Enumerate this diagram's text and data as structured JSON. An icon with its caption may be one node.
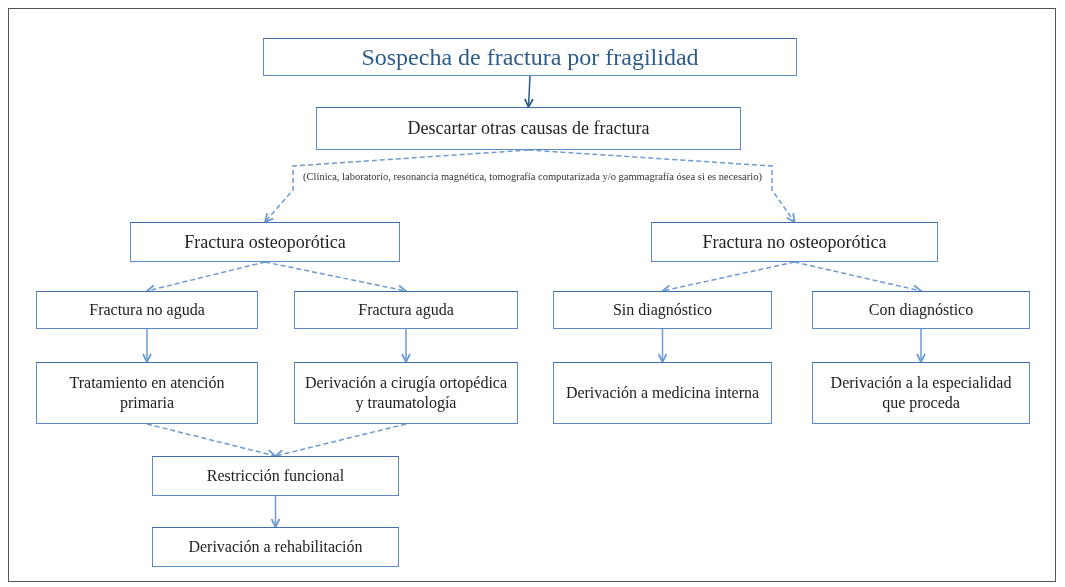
{
  "diagram": {
    "nodes": [
      {
        "text": [
          "Sospecha de fractura por fragilidad"
        ]
      },
      {
        "text": [
          "Descartar otras causas de fractura"
        ]
      },
      {
        "text": [
          "Fractura osteoporótica"
        ]
      },
      {
        "text": [
          "Fractura no osteoporótica"
        ]
      },
      {
        "text": [
          "Fractura no aguda"
        ]
      },
      {
        "text": [
          "Fractura aguda"
        ]
      },
      {
        "text": [
          "Sin diagnóstico"
        ]
      },
      {
        "text": [
          "Con diagnóstico"
        ]
      },
      {
        "text": [
          "Tratamiento en atención primaria"
        ]
      },
      {
        "text": [
          "Derivación a cirugía ortopédica y traumatología"
        ]
      },
      {
        "text": [
          "Derivación a medicina interna"
        ]
      },
      {
        "text": [
          "Derivación a la especialidad que proceda"
        ]
      },
      {
        "text": [
          "Restricción funcional"
        ]
      },
      {
        "text": [
          "Derivación a rehabilitación"
        ]
      }
    ],
    "edges": [
      {
        "from": 0,
        "to": 1,
        "arrow": "to",
        "color": "#2e5c8a"
      },
      {
        "from": 1,
        "to": 2,
        "arrow": "to",
        "style": "dashed"
      },
      {
        "from": 1,
        "to": 3,
        "arrow": "to",
        "style": "dashed"
      },
      {
        "from": 2,
        "to": 4,
        "arrow": "to",
        "style": "dashed"
      },
      {
        "from": 2,
        "to": 5,
        "arrow": "to",
        "style": "dashed"
      },
      {
        "from": 3,
        "to": 6,
        "arrow": "to",
        "style": "dashed"
      },
      {
        "from": 3,
        "to": 7,
        "arrow": "to",
        "style": "dashed"
      },
      {
        "from": 4,
        "to": 8,
        "arrow": "to"
      },
      {
        "from": 5,
        "to": 9,
        "arrow": "to"
      },
      {
        "from": 6,
        "to": 10,
        "arrow": "to"
      },
      {
        "from": 7,
        "to": 11,
        "arrow": "to"
      },
      {
        "from": 8,
        "to": 12,
        "arrow": "to",
        "style": "dashed"
      },
      {
        "from": 9,
        "to": 12,
        "arrow": "to",
        "style": "dashed"
      },
      {
        "from": 12,
        "to": 13,
        "arrow": "to"
      }
    ],
    "labels": [
      "(Clínica, laboratorio, resonancia magnética, tomografía computarizada y/o gammagrafía ósea si es necesario)"
    ]
  }
}
